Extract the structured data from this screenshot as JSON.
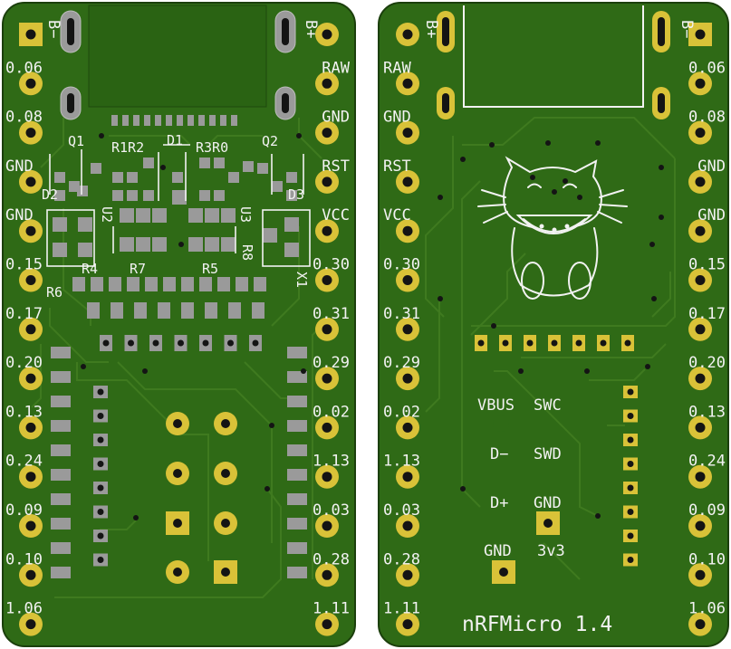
{
  "colors": {
    "board": "#2f6a16",
    "board_edge": "#1b3f0c",
    "track": "#3f7a1f",
    "copper": "#d9c238",
    "copper_dark": "#b89f1d",
    "smd_pad": "#9a9a9a",
    "silk": "#f2f2f2",
    "usb_body": "#2a6313",
    "drill": "#141414"
  },
  "front": {
    "left_pins": [
      "B−",
      "0.06",
      "0.08",
      "GND",
      "GND",
      "0.15",
      "0.17",
      "0.20",
      "0.13",
      "0.24",
      "0.09",
      "0.10",
      "1.06"
    ],
    "right_pins": [
      "B+",
      "RAW",
      "GND",
      "RST",
      "VCC",
      "0.30",
      "0.31",
      "0.29",
      "0.02",
      "1.13",
      "0.03",
      "0.28",
      "1.11"
    ],
    "refdes": {
      "q1": "Q1",
      "q2": "Q2",
      "r1r2": "R1R2",
      "d1": "D1",
      "r3r0": "R3R0",
      "d2": "D2",
      "d3": "D3",
      "u2": "U2",
      "u3": "U3",
      "r4": "R4",
      "r7": "R7",
      "r5": "R5",
      "r8": "R8",
      "r6": "R6",
      "x1": "X1"
    }
  },
  "back": {
    "left_pins": [
      "B+",
      "RAW",
      "GND",
      "RST",
      "VCC",
      "0.30",
      "0.31",
      "0.29",
      "0.02",
      "1.13",
      "0.03",
      "0.28",
      "1.11"
    ],
    "right_pins": [
      "B−",
      "0.06",
      "0.08",
      "GND",
      "GND",
      "0.15",
      "0.17",
      "0.20",
      "0.13",
      "0.24",
      "0.09",
      "0.10",
      "1.06"
    ],
    "pad_labels": {
      "vbus": "VBUS",
      "swc": "SWC",
      "dminus": "D−",
      "swd": "SWD",
      "dplus": "D+",
      "gnd1": "GND",
      "gnd2": "GND",
      "v33": "3v3"
    },
    "title": "nRFMicro 1.4",
    "logo_icon": "cat-eating-watermelon-icon"
  }
}
